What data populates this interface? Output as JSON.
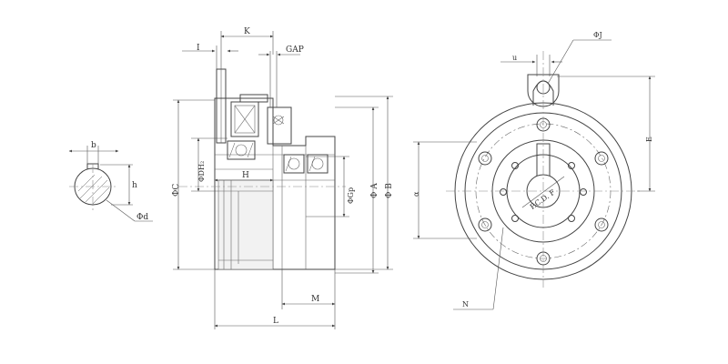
{
  "labels": {
    "K": "K",
    "I": "I",
    "GAP": "GAP",
    "phi_DH": "ΦDH₂",
    "phi_C": "ΦC",
    "H": "H",
    "phi_Gp": "ΦGp",
    "phi_A": "Φ A",
    "phi_B": "Φ B",
    "M": "M",
    "L": "L",
    "b": "b",
    "h": "h",
    "phi_d": "Φd",
    "phi_J": "ΦJ",
    "u": "u",
    "E": "E",
    "alpha": "α",
    "PCD": "P.C.D. F",
    "N": "N"
  }
}
